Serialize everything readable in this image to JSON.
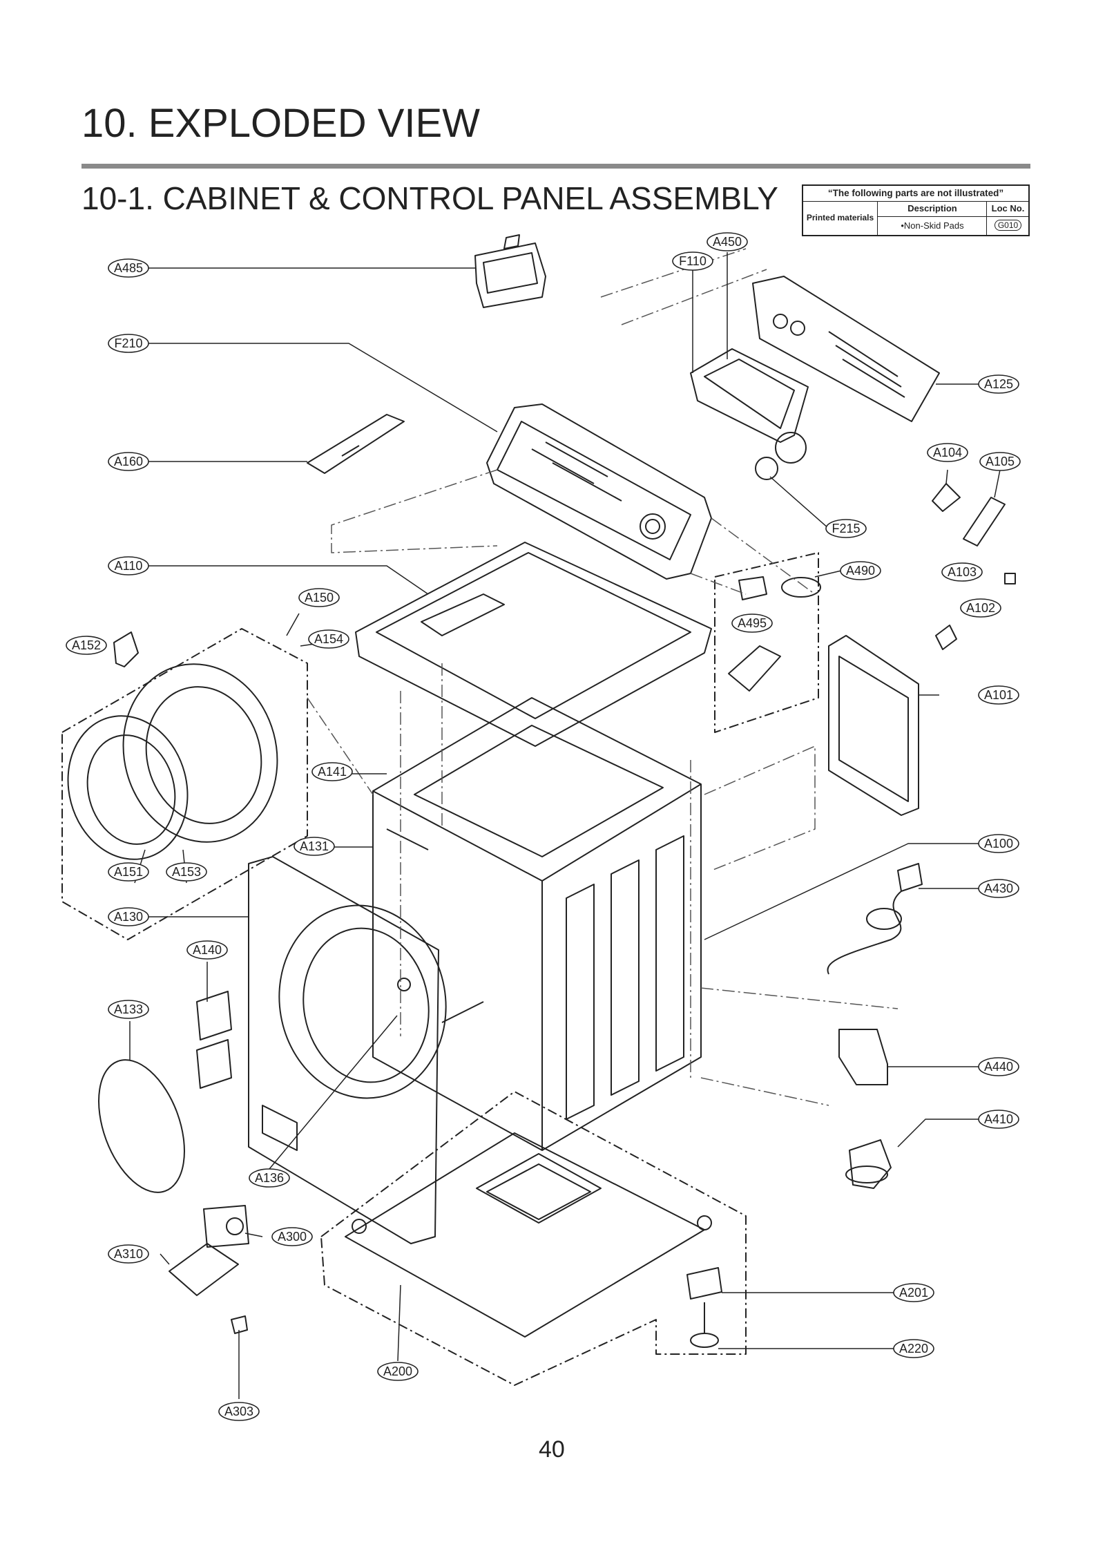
{
  "header": {
    "title": "10. EXPLODED VIEW",
    "subtitle": "10-1. CABINET  & CONTROL PANEL ASSEMBLY"
  },
  "note_table": {
    "heading": "“The following parts are not illustrated”",
    "row_label": "Printed materials",
    "col_description": "Description",
    "col_loc": "Loc No.",
    "item_description": "•Non-Skid Pads",
    "item_loc": "G010"
  },
  "callouts": [
    "A485",
    "A450",
    "F110",
    "F210",
    "A125",
    "A160",
    "A104",
    "A105",
    "F215",
    "A110",
    "A490",
    "A103",
    "A150",
    "A495",
    "A102",
    "A152",
    "A154",
    "A101",
    "A141",
    "A131",
    "A100",
    "A151",
    "A153",
    "A430",
    "A130",
    "A140",
    "A133",
    "A440",
    "A410",
    "A136",
    "A300",
    "A310",
    "A201",
    "A220",
    "A200",
    "A303"
  ],
  "page_number": "40"
}
